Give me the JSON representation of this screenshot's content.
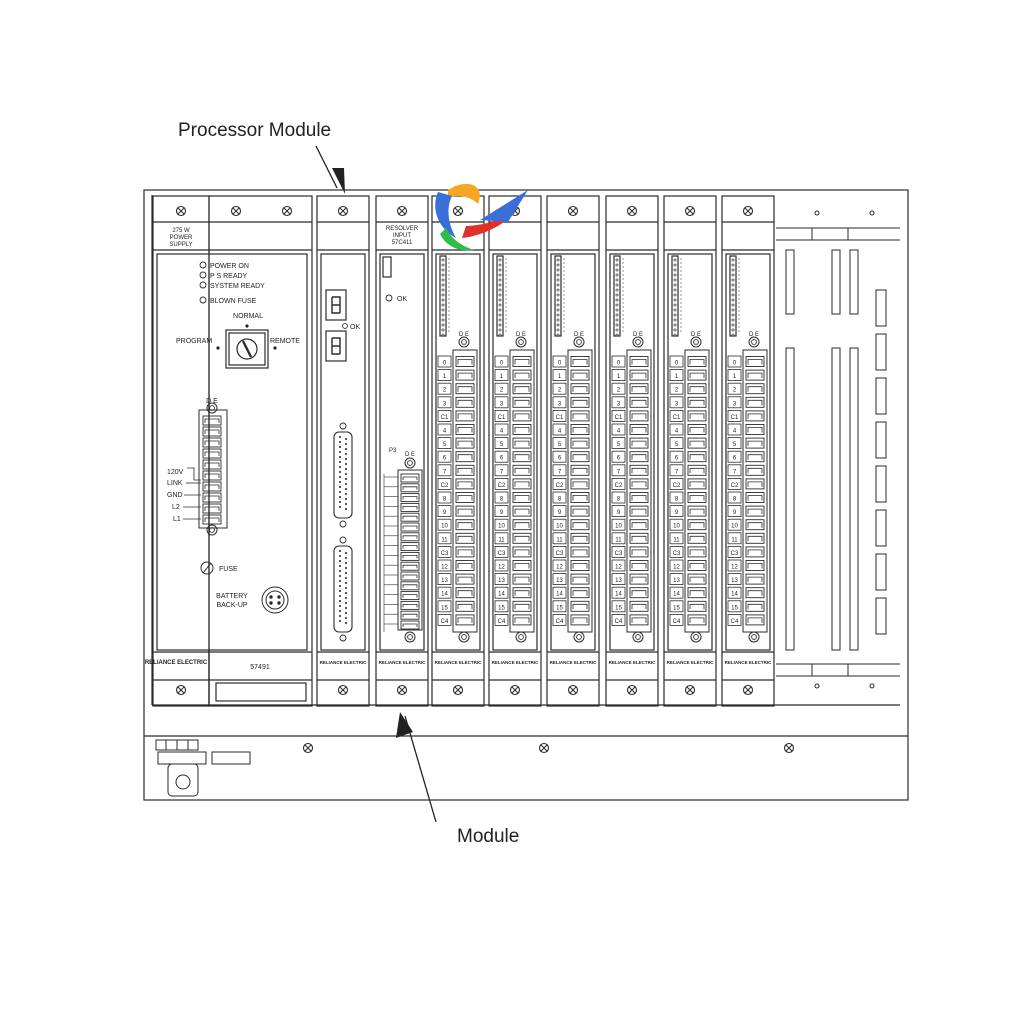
{
  "callouts": {
    "processor_module": "Processor Module",
    "module": "Module"
  },
  "power_supply": {
    "title_line1": "275 W",
    "title_line2": "POWER",
    "title_line3": "SUPPLY",
    "indicators": [
      "POWER ON",
      "P S READY",
      "SYSTEM READY",
      "BLOWN FUSE"
    ],
    "switch_normal": "NORMAL",
    "switch_program": "PROGRAM",
    "switch_remote": "REMOTE",
    "terminal_letters": "D E",
    "terminals": [
      "120V",
      "LINK",
      "GND",
      "L2",
      "L1"
    ],
    "fuse": "FUSE",
    "battery_line1": "BATTERY",
    "battery_line2": "BACK-UP",
    "part_number": "57491"
  },
  "processor": {
    "ok": "OK"
  },
  "resolver": {
    "title_line1": "RESOLVER",
    "title_line2": "INPUT",
    "title_line3": "57C411",
    "ok": "OK",
    "port": "P3",
    "terminal_letters": "D E"
  },
  "io_modules": {
    "count": 6,
    "terminal_letters": "D E",
    "channels": [
      "0",
      "1",
      "2",
      "3",
      "C1",
      "4",
      "5",
      "6",
      "7",
      "C2",
      "8",
      "9",
      "10",
      "11",
      "C3",
      "12",
      "13",
      "14",
      "15",
      "C4"
    ]
  },
  "brand_plate": "RELIANCE ELECTRIC",
  "colors": {
    "line": "#2b2b2b",
    "logo_blue": "#3a6fd8",
    "logo_red": "#e0302a",
    "logo_green": "#2bbf4a",
    "logo_orange": "#f5a623"
  }
}
